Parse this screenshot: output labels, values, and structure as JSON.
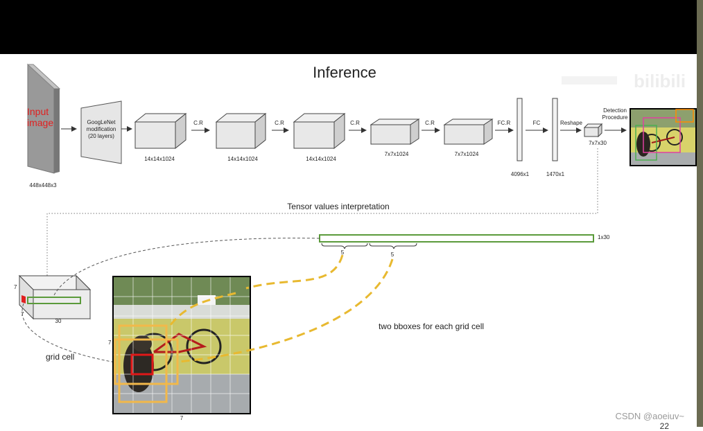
{
  "title": "Inference",
  "input": {
    "label_line1": "Input",
    "label_line2": "image",
    "size": "448x448x3"
  },
  "googlenet": {
    "line1": "GoogLeNet",
    "line2": "modification",
    "line3": "(20 layers)"
  },
  "blocks": [
    {
      "op": "C.R",
      "size": "14x14x1024"
    },
    {
      "op": "C.R",
      "size": "14x14x1024"
    },
    {
      "op": "C.R",
      "size": "14x14x1024"
    },
    {
      "op": "C.R",
      "size": "7x7x1024"
    },
    {
      "op": "",
      "size": "7x7x1024"
    }
  ],
  "fc_ops": [
    "FC.R",
    "FC",
    "Reshape"
  ],
  "fc_sizes": [
    "4096x1",
    "1470x1"
  ],
  "output_size": "7x7x30",
  "detection": {
    "line1": "Detection",
    "line2": "Procedure"
  },
  "tensor_interp": "Tensor values interpretation",
  "vector_size": "1x30",
  "bbox_count_1": "5",
  "bbox_count_2": "5",
  "cube_labels": {
    "left": "7",
    "bottom": "7",
    "depth": "30"
  },
  "grid_labels": {
    "left": "7",
    "bottom": "7"
  },
  "grid_cell_label": "grid cell",
  "two_bboxes": "two bboxes for each grid cell",
  "watermark": "CSDN @aoeiuv~",
  "page_number": "22",
  "bili_logo": "bilibili"
}
